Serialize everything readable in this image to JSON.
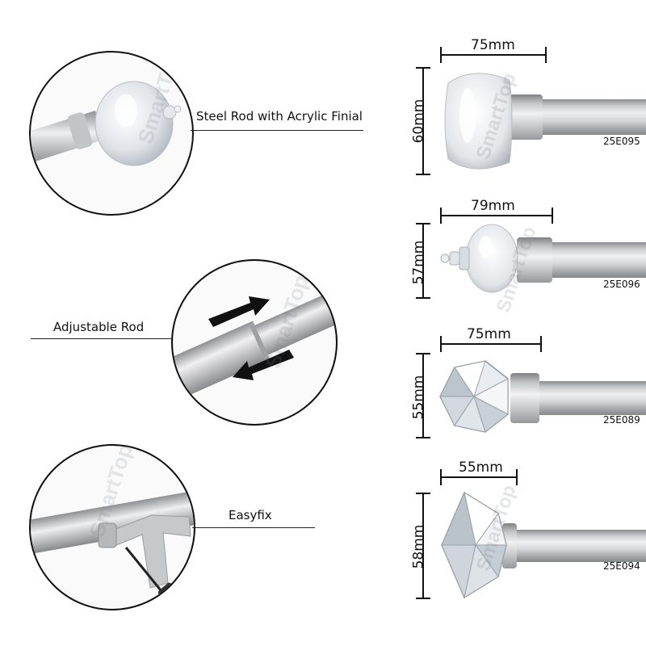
{
  "features": [
    {
      "label": "Steel Rod with Acrylic Finial"
    },
    {
      "label": "Adjustable Rod"
    },
    {
      "label": "Easyfix"
    }
  ],
  "watermark": "SmartTop",
  "products": [
    {
      "code": "25E095",
      "width_label": "75mm",
      "height_label": "60mm",
      "finial": "acrylic-ball"
    },
    {
      "code": "25E096",
      "width_label": "79mm",
      "height_label": "57mm",
      "finial": "acrylic-ball-with-tip"
    },
    {
      "code": "25E089",
      "width_label": "75mm",
      "height_label": "55mm",
      "finial": "crystal-diamond"
    },
    {
      "code": "25E094",
      "width_label": "55mm",
      "height_label": "58mm",
      "finial": "crystal-diamond-tall"
    }
  ],
  "colors": {
    "rod": "#c9cacc",
    "line": "#111111",
    "arrow": "#111111"
  }
}
